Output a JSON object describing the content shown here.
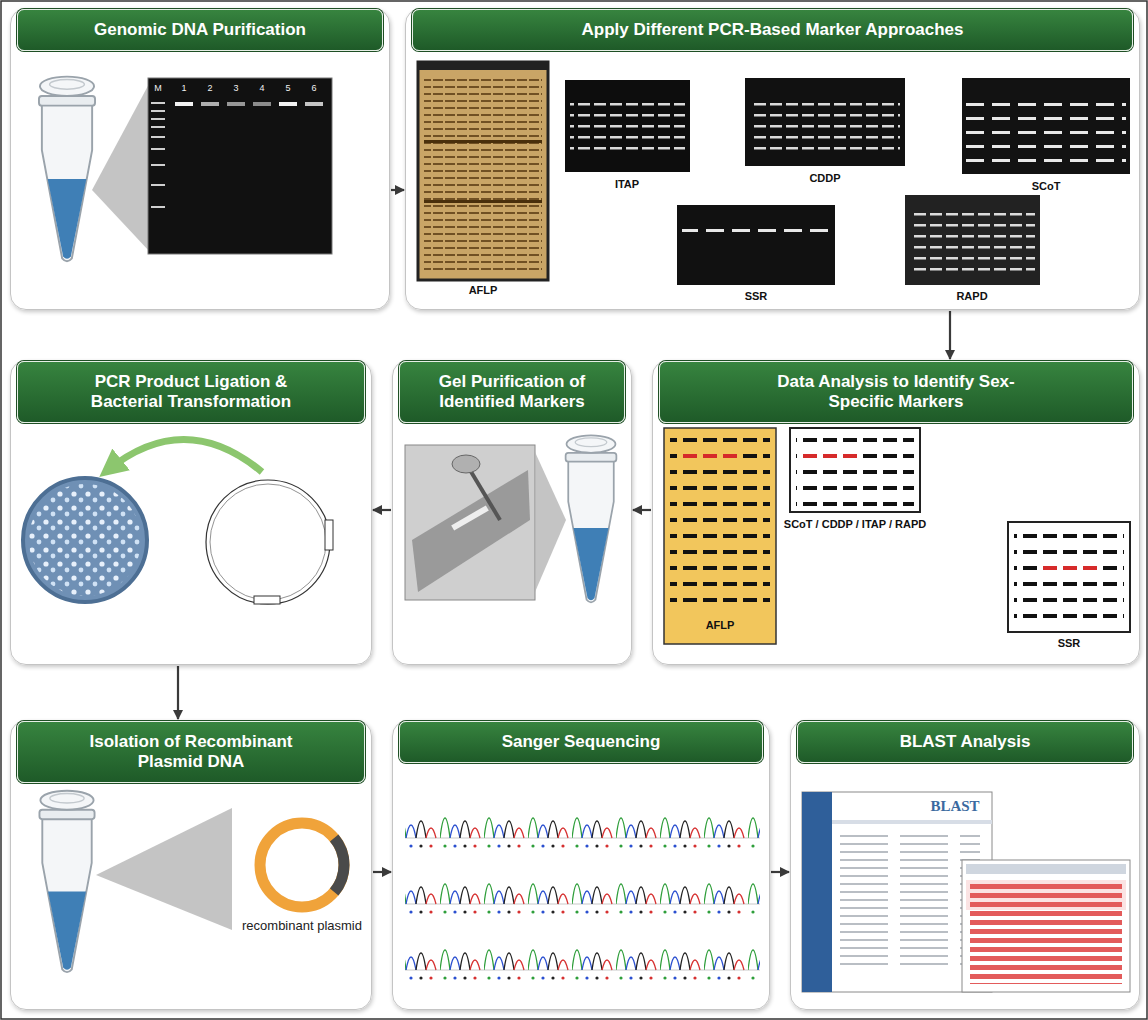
{
  "diagram": {
    "nodes": [
      {
        "text": [
          "Genomic DNA Purification"
        ]
      },
      {
        "text": [
          "Apply Different PCR-Based Marker Approaches"
        ]
      },
      {
        "text": [
          "PCR Product Ligation & Bacterial Transformation"
        ]
      },
      {
        "text": [
          "Gel Purification of Identified Markers"
        ]
      },
      {
        "text": [
          "Data Analysis to Identify Sex-Specific Markers"
        ]
      },
      {
        "text": [
          "Isolation of Recombinant Plasmid DNA"
        ]
      },
      {
        "text": [
          "Sanger Sequencing"
        ]
      },
      {
        "text": [
          "BLAST Analysis"
        ]
      }
    ],
    "edges": [
      {
        "from": 0,
        "to": 1,
        "arrow": "to"
      },
      {
        "from": 1,
        "to": 4,
        "arrow": "to"
      },
      {
        "from": 4,
        "to": 3,
        "arrow": "to"
      },
      {
        "from": 3,
        "to": 2,
        "arrow": "to"
      },
      {
        "from": 2,
        "to": 5,
        "arrow": "to"
      },
      {
        "from": 5,
        "to": 6,
        "arrow": "to"
      },
      {
        "from": 6,
        "to": 7,
        "arrow": "to"
      }
    ],
    "labels": [
      "M",
      "1",
      "2",
      "3",
      "4",
      "5",
      "6",
      "AFLP",
      "ITAP",
      "CDDP",
      "SCoT",
      "SSR",
      "RAPD",
      "AFLP",
      "SCoT / CDDP / ITAP / RAPD",
      "SSR",
      "recombinant plasmid",
      "BLAST"
    ]
  }
}
